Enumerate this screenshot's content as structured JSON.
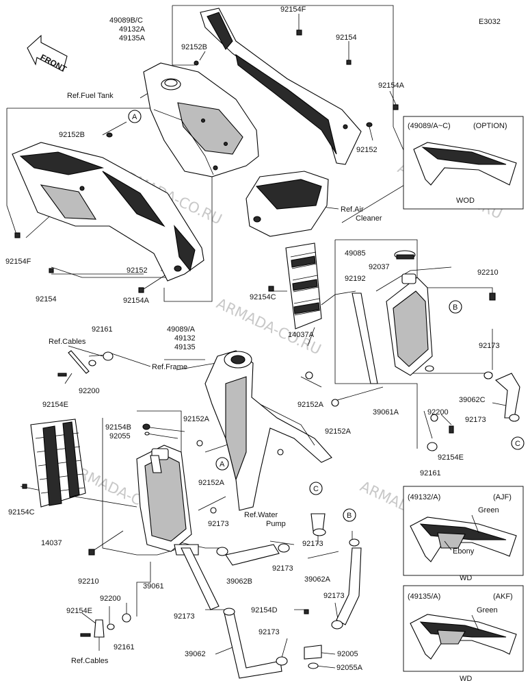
{
  "diagram_code": "E3032",
  "front_label": "FRONT",
  "watermark": "ARMADA-CO.RU",
  "labels": {
    "p49089bc": "49089B/C",
    "p49132a": "49132A",
    "p49135a": "49135A",
    "p92154f_top": "92154F",
    "p92152b_top": "92152B",
    "p92154_top": "92154",
    "p92154a_top": "92154A",
    "p92152_top": "92152",
    "ref_fuel_tank": "Ref.Fuel Tank",
    "p92152b_left": "92152B",
    "p92154f_left": "92154F",
    "ref_air": "Ref.Air",
    "cleaner": "Cleaner",
    "p92152_mid": "92152",
    "p92154_left": "92154",
    "p92154a_mid": "92154A",
    "p49089a": "49089/A",
    "p49132": "49132",
    "p49135": "49135",
    "p49085": "49085",
    "p92037": "92037",
    "p92192": "92192",
    "p92210_right": "92210",
    "p92154c_mid": "92154C",
    "p14037a": "14037A",
    "p92173_r1": "92173",
    "p39062c": "39062C",
    "p92173_r2": "92173",
    "p92161_top": "92161",
    "ref_cables_top": "Ref.Cables",
    "ref_frame": "Ref.Frame",
    "p92200_top": "92200",
    "p92154e_top": "92154E",
    "p92152a_1": "92152A",
    "p39061a": "39061A",
    "p92152a_2": "92152A",
    "p92200_right": "92200",
    "p92154e_right": "92154E",
    "p92161_right": "92161",
    "p92154b": "92154B",
    "p92055": "92055",
    "p92152a_3": "92152A",
    "p92152a_4": "92152A",
    "p92154c_left": "92154C",
    "p14037": "14037",
    "ref_water": "Ref.Water",
    "pump": "Pump",
    "p92173_m1": "92173",
    "p92173_m2": "92173",
    "p92173_m3": "92173",
    "p39062a": "39062A",
    "p92210_left": "92210",
    "p39061": "39061",
    "p39062b": "39062B",
    "p92200_bottom": "92200",
    "p92154e_bottom": "92154E",
    "p92161_bottom": "92161",
    "ref_cables_bottom": "Ref.Cables",
    "p92173_b1": "92173",
    "p92154d": "92154D",
    "p92173_b2": "92173",
    "p92173_b3": "92173",
    "p92005": "92005",
    "p39062": "39062",
    "p92055a": "92055A"
  },
  "callouts": {
    "a1": "A",
    "a2": "A",
    "b1": "B",
    "b2": "B",
    "c1": "C",
    "c2": "C"
  },
  "option_boxes": {
    "option1": {
      "header_left": "(49089/A~C)",
      "header_right": "(OPTION)",
      "caption": "WOD"
    },
    "option2": {
      "header_left": "(49132/A)",
      "header_right": "(AJF)",
      "color1": "Green",
      "color2": "Ebony",
      "caption": "WD"
    },
    "option3": {
      "header_left": "(49135/A)",
      "header_right": "(AKF)",
      "color1": "Green",
      "caption": "WD"
    }
  }
}
